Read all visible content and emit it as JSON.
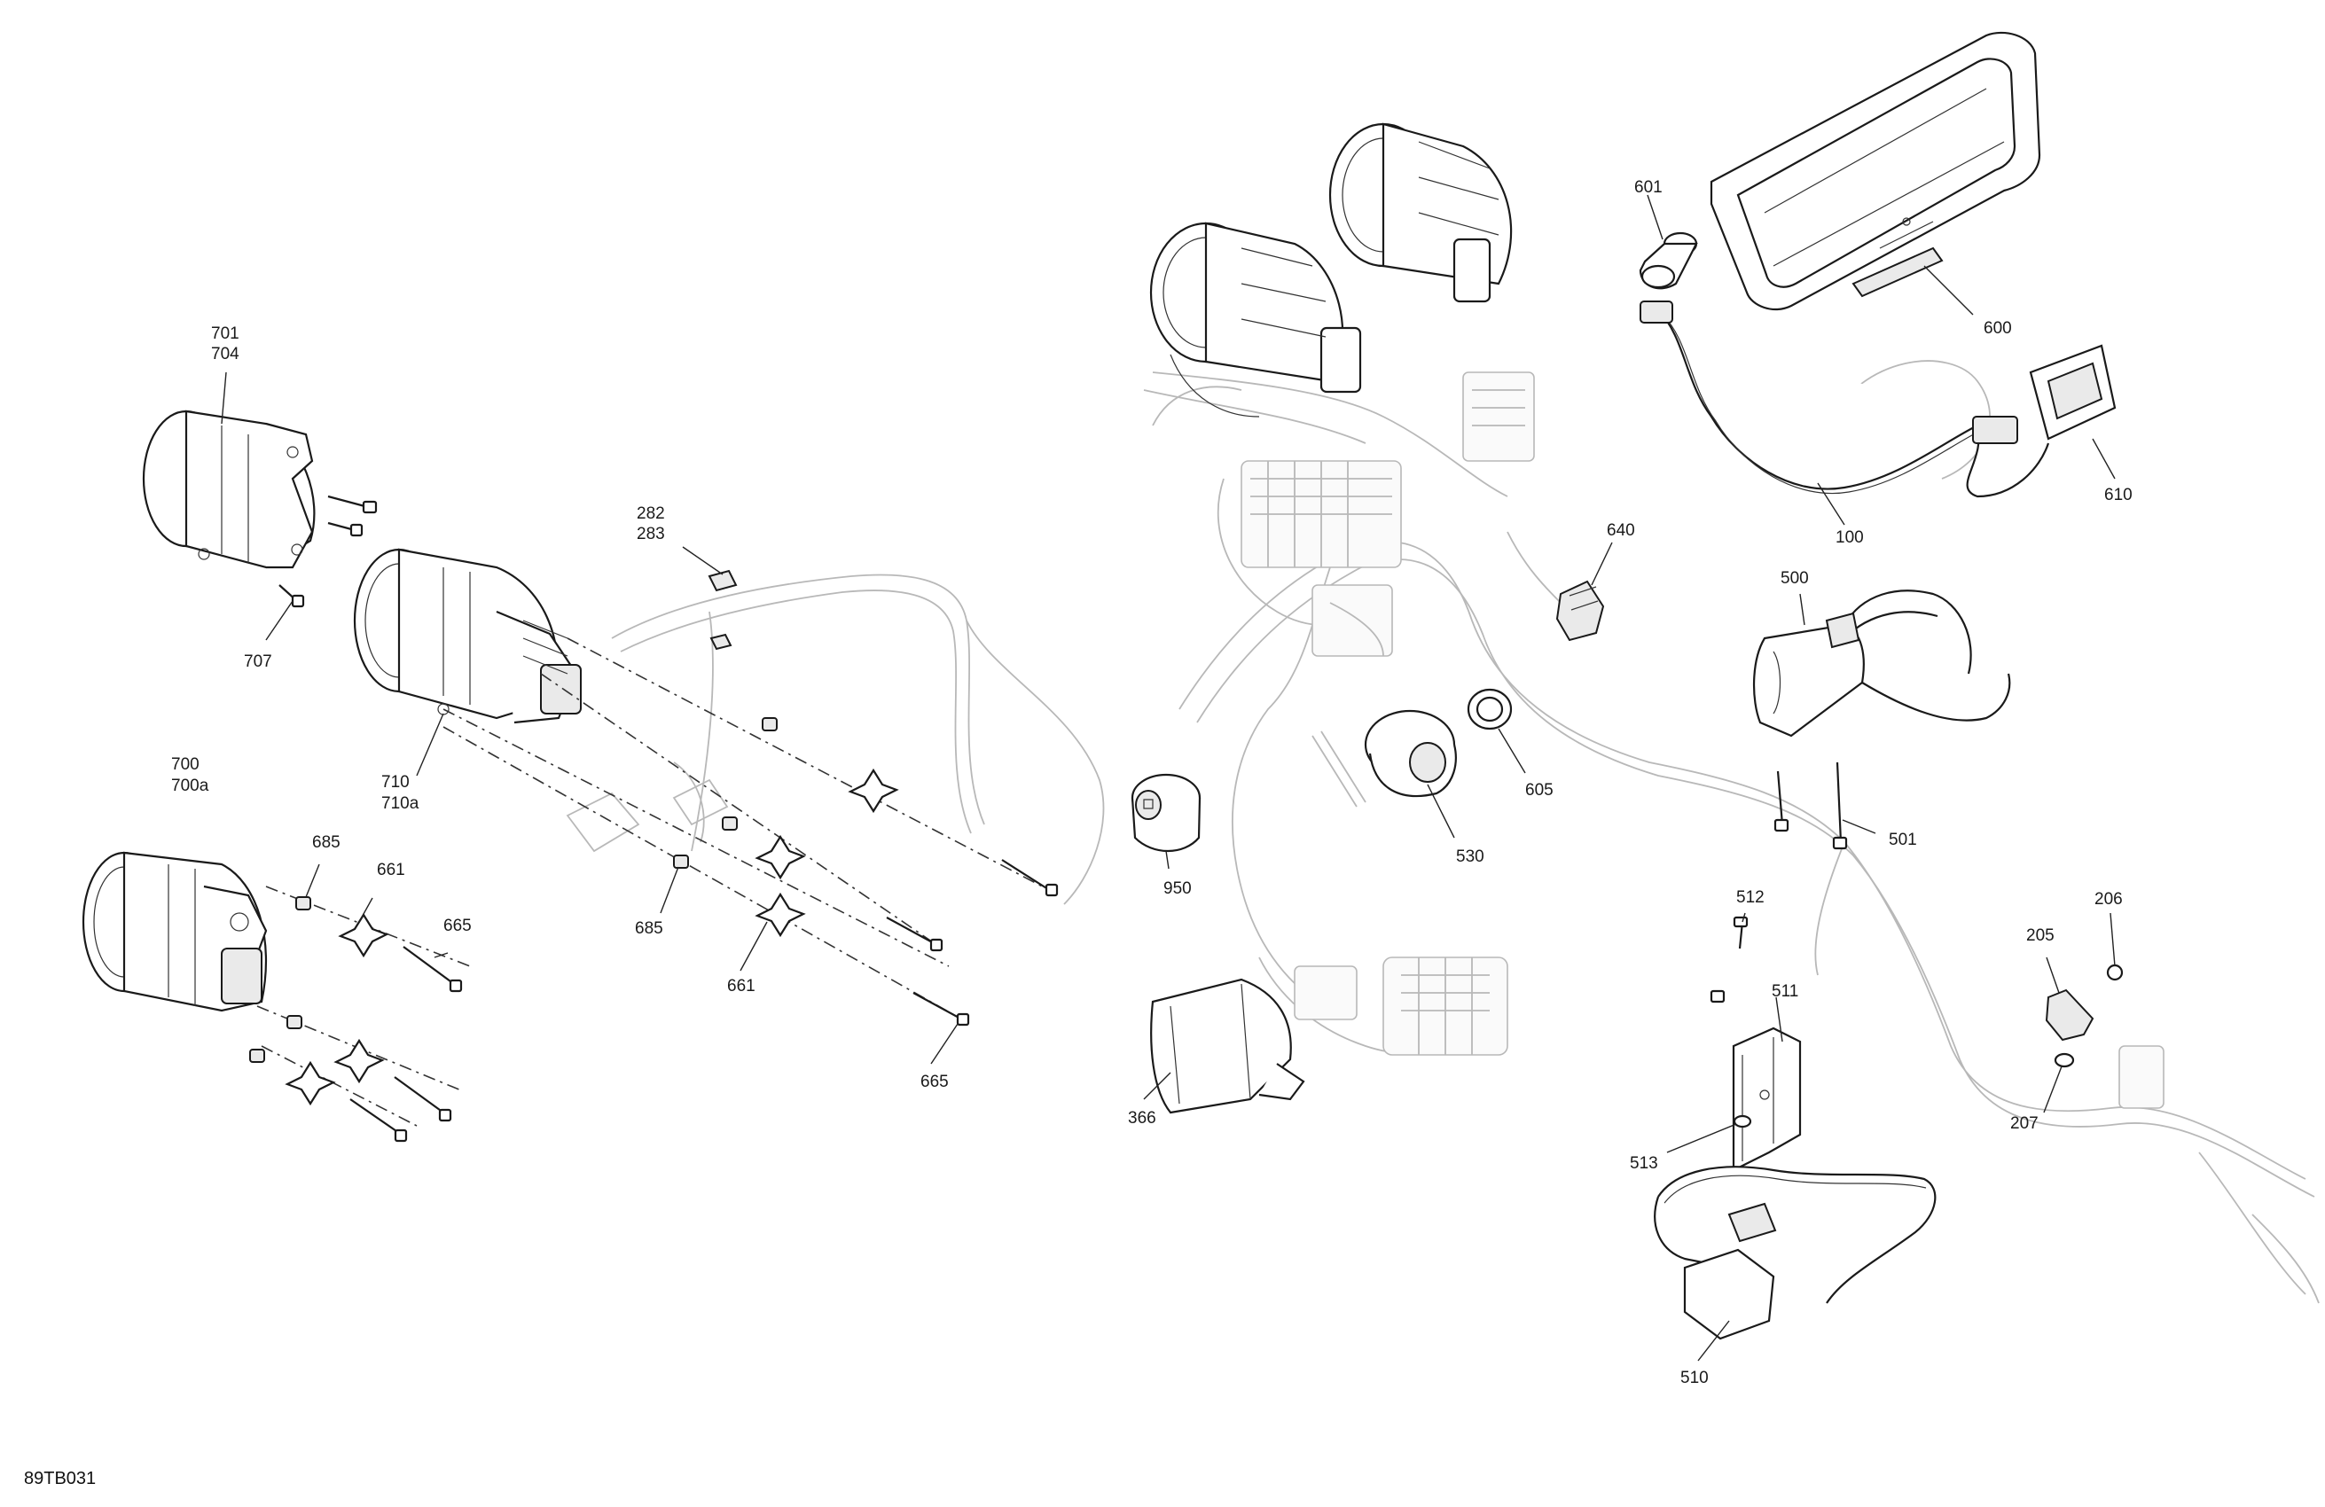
{
  "figure_code": "89TB031",
  "callouts": {
    "c701": "701",
    "c704": "704",
    "c707": "707",
    "c700": "700",
    "c700a": "700a",
    "c710": "710",
    "c710a": "710a",
    "c282": "282",
    "c283": "283",
    "c685a": "685",
    "c685b": "685",
    "c661a": "661",
    "c661b": "661",
    "c665a": "665",
    "c665b": "665",
    "c950": "950",
    "c366": "366",
    "c640": "640",
    "c605": "605",
    "c530": "530",
    "c601": "601",
    "c600": "600",
    "c100": "100",
    "c610": "610",
    "c500": "500",
    "c501": "501",
    "c512": "512",
    "c511": "511",
    "c513": "513",
    "c510": "510",
    "c205": "205",
    "c206": "206",
    "c207": "207"
  }
}
